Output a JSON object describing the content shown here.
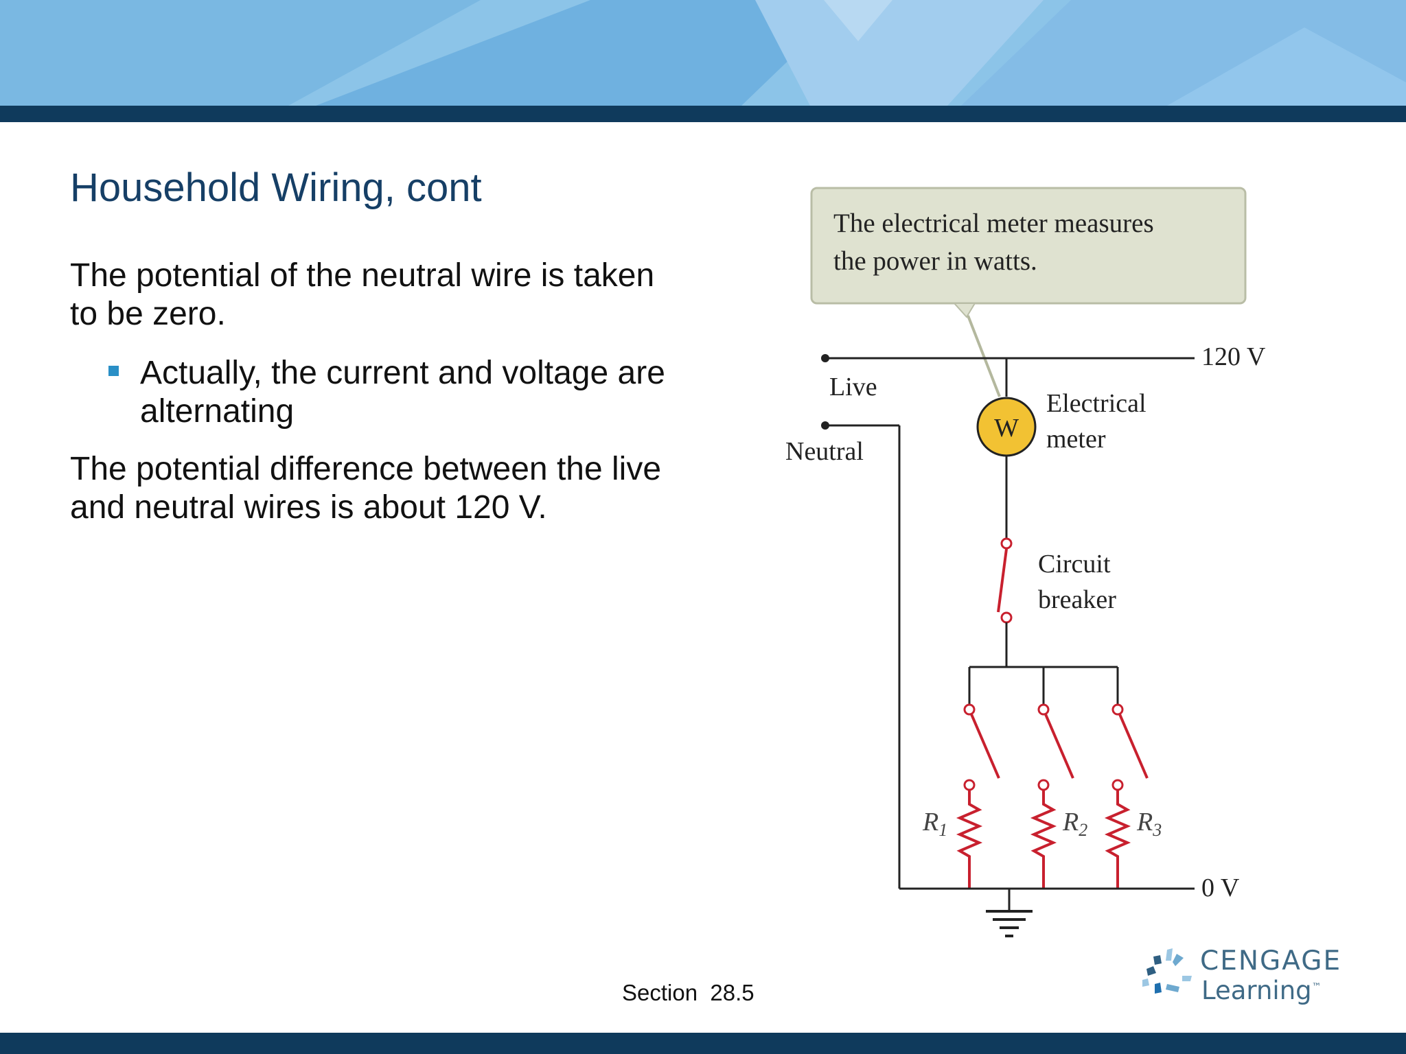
{
  "slide": {
    "title": "Household Wiring, cont",
    "paragraph_1": "The potential of the neutral wire is taken to be zero.",
    "bullet_1": "Actually, the current and voltage are alternating",
    "paragraph_2": "The potential difference between the live and neutral wires is about 120 V.",
    "section_label": "Section  28.5"
  },
  "diagram": {
    "callout_line_1": "The electrical meter measures",
    "callout_line_2": "the power in watts.",
    "live_label": "Live",
    "neutral_label": "Neutral",
    "top_voltage": "120 V",
    "bottom_voltage": "0 V",
    "meter_symbol": "W",
    "meter_label_1": "Electrical",
    "meter_label_2": "meter",
    "breaker_label_1": "Circuit",
    "breaker_label_2": "breaker",
    "resistors": [
      {
        "letter": "R",
        "subscript": "1"
      },
      {
        "letter": "R",
        "subscript": "2"
      },
      {
        "letter": "R",
        "subscript": "3"
      }
    ]
  },
  "logo": {
    "word_1": "CENGAGE",
    "word_2": "Learning",
    "trademark": "™"
  },
  "colors": {
    "header_sky": "#8cc4e8",
    "header_dark": "#0f3a5c",
    "title": "#163f66",
    "bullet": "#2a8fc6",
    "wire": "#222222",
    "switch": "#c8202e",
    "meter_fill": "#f2c233",
    "callout_fill": "#dfe2d0",
    "logo_text": "#3f6a86"
  }
}
